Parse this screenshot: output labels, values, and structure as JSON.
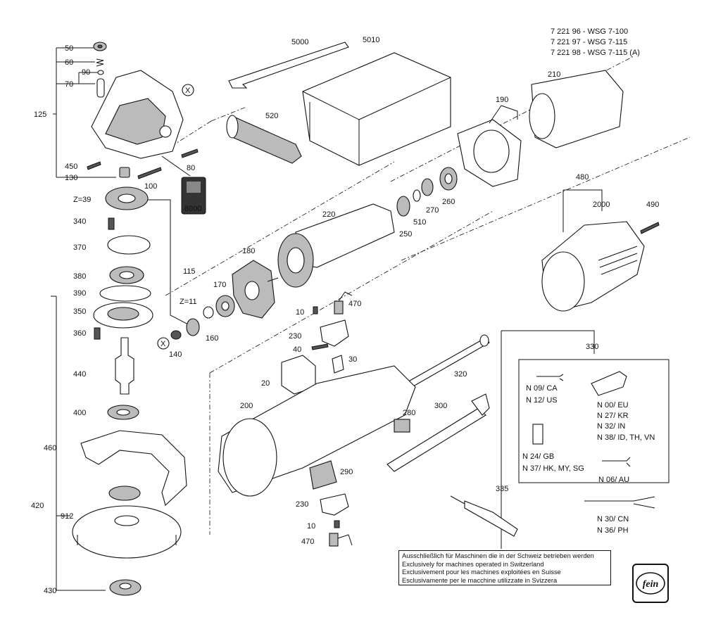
{
  "models": [
    "7 221 96 - WSG 7-100",
    "7 221 97 - WSG 7-115",
    "7 221 98 - WSG 7-115 (A)"
  ],
  "callouts": {
    "c50": "50",
    "c60": "60",
    "c90": "90",
    "c70": "70",
    "c125": "125",
    "c450": "450",
    "c130": "130",
    "c80": "80",
    "c100": "100",
    "c8000": "8000",
    "cz39": "Z=39",
    "c340": "340",
    "c370": "370",
    "c380": "380",
    "c390": "390",
    "c350": "350",
    "c360": "360",
    "c115": "115",
    "cz11": "Z=11",
    "c140": "140",
    "c160": "160",
    "c170": "170",
    "c180": "180",
    "c440": "440",
    "c400": "400",
    "c460": "460",
    "c420": "420",
    "c912": "912",
    "c430": "430",
    "c5000": "5000",
    "c5010": "5010",
    "c520": "520",
    "c190": "190",
    "c210": "210",
    "c220": "220",
    "c250": "250",
    "c510": "510",
    "c270": "270",
    "c260": "260",
    "c480": "480",
    "c2000": "2000",
    "c490": "490",
    "c10a": "10",
    "c470a": "470",
    "c230a": "230",
    "c40": "40",
    "c30": "30",
    "c20": "20",
    "c320": "320",
    "c330": "330",
    "c200": "200",
    "c280": "280",
    "c300": "300",
    "c290": "290",
    "c230b": "230",
    "c10b": "10",
    "c470b": "470",
    "c335": "335",
    "x1": "X",
    "x2": "X"
  },
  "plugs": [
    "N 09/ CA",
    "N 12/ US",
    "N 00/ EU",
    "N 27/ KR",
    "N 32/ IN",
    "N 38/ ID, TH, VN",
    "N 24/ GB",
    "N 37/ HK, MY, SG",
    "N 06/ AU",
    "N 30/ CN",
    "N 36/ PH"
  ],
  "notice": [
    "Ausschließlich für Maschinen die in der Schweiz betrieben werden",
    "Exclusively for machines operated in Switzerland",
    "Exclusivement pour les machines exploitées en Suisse",
    "Esclusivamente per le macchine utilizzate in Svizzera"
  ],
  "logo_text": "fein"
}
